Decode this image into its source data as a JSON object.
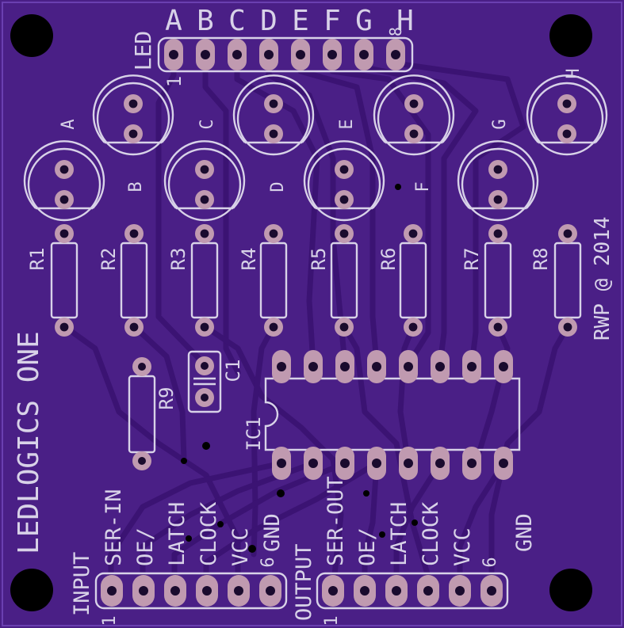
{
  "board": {
    "title": "LEDLOGICS ONE",
    "credit": "RWP @ 2014",
    "colors": {
      "mask": "#4a1f86",
      "silk": "#d8d2e8",
      "pad": "#c09ab0",
      "drill": "#1a0b2e"
    }
  },
  "led_header": {
    "label": "LED",
    "pin_letters": [
      "A",
      "B",
      "C",
      "D",
      "E",
      "F",
      "G",
      "H"
    ],
    "pin1_mark": "1",
    "pin8_mark": "8"
  },
  "leds": {
    "top_row": [
      "B",
      "D",
      "F",
      "H"
    ],
    "top_row_labels_rotated": [
      "A",
      "C",
      "E",
      "G"
    ],
    "bottom_row": [
      "A",
      "C",
      "E",
      "G"
    ],
    "bottom_row_labels_rotated": [
      "B",
      "D",
      "F"
    ]
  },
  "resistors": [
    "R1",
    "R2",
    "R3",
    "R4",
    "R5",
    "R6",
    "R7",
    "R8"
  ],
  "r9_label": "R9",
  "c1_label": "C1",
  "ic_label": "IC1",
  "input_header": {
    "title": "INPUT",
    "pins": [
      "SER-IN",
      "OE/",
      "LATCH",
      "CLOCK",
      "VCC",
      "GND"
    ],
    "pin1_mark": "1",
    "pin6_mark": "6"
  },
  "output_header": {
    "title": "OUTPUT",
    "pins": [
      "SER-OUT",
      "OE/",
      "LATCH",
      "CLOCK",
      "VCC",
      "GND"
    ],
    "pin1_mark": "1",
    "pin6_mark": "6"
  }
}
